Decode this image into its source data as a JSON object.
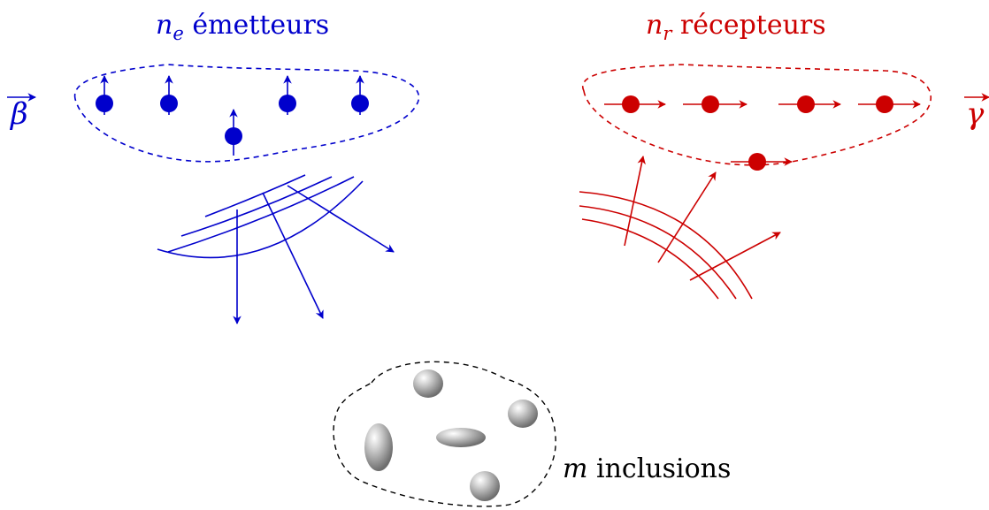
{
  "emitters": {
    "count_var": "n",
    "count_sub": "e",
    "label": "émetteurs",
    "vector": "β",
    "color": "#0000cc"
  },
  "receivers": {
    "count_var": "n",
    "count_sub": "r",
    "label": "récepteurs",
    "vector": "γ",
    "color": "#cc0000"
  },
  "inclusions": {
    "count_var": "m",
    "label": "inclusions",
    "color": "#999999"
  },
  "colors": {
    "outline": "#000000"
  }
}
